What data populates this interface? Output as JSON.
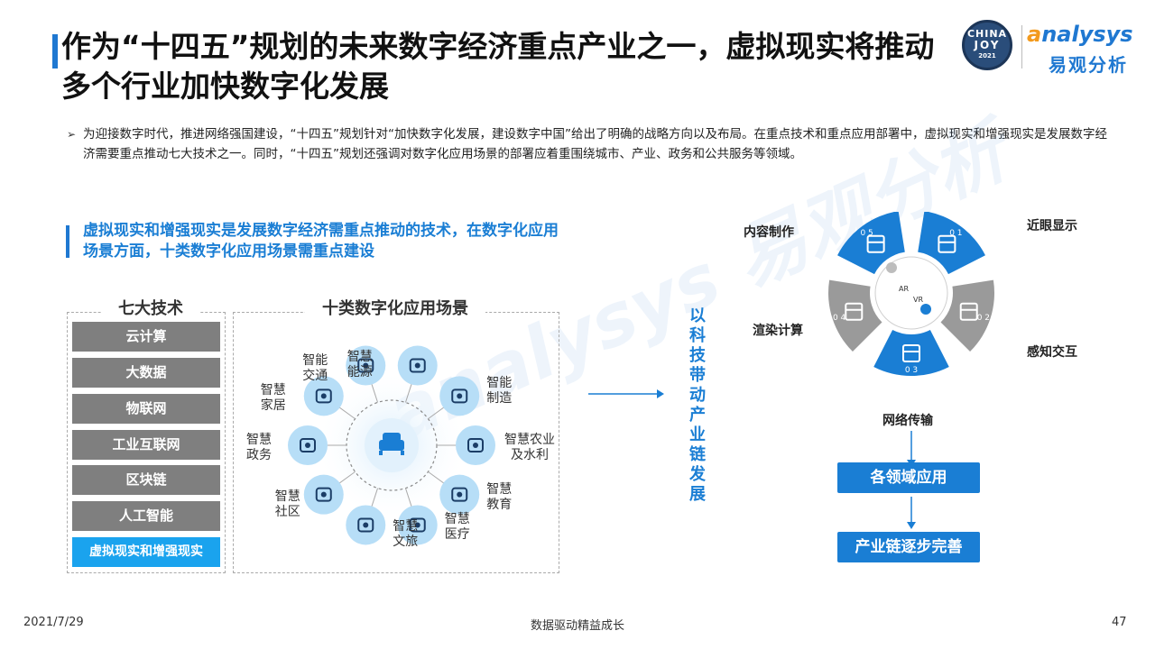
{
  "title": "作为“十四五”规划的未来数字经济重点产业之一，虚拟现实将推动多个行业加快数字化发展",
  "logo": {
    "seal_line1": "CHINA",
    "seal_line2": "JOY",
    "seal_line3": "2021",
    "brand_en_prefix": "a",
    "brand_en_rest": "nalysys",
    "brand_cn": "易观分析"
  },
  "intro": "为迎接数字时代，推进网络强国建设，“十四五”规划针对“加快数字化发展，建设数字中国”给出了明确的战略方向以及布局。在重点技术和重点应用部署中，虚拟现实和增强现实是发展数字经济需要重点推动七大技术之一。同时，“十四五”规划还强调对数字化应用场景的部署应着重围绕城市、产业、政务和公共服务等领域。",
  "highlight": "虚拟现实和增强现实是发展数字经济需重点推动的技术，在数字化应用场景方面，十类数字化应用场景需重点建设",
  "tech": {
    "heading": "七大技术",
    "items": [
      "云计算",
      "大数据",
      "物联网",
      "工业互联网",
      "区块链",
      "人工智能",
      "虚拟现实和增强现实"
    ]
  },
  "scenes": {
    "heading": "十类数字化应用场景",
    "items": [
      {
        "label": "智慧\n能源",
        "icon": "atom-icon"
      },
      {
        "label": "智能\n制造",
        "icon": "tools-icon"
      },
      {
        "label": "智慧农业\n及水利",
        "icon": "leaf-icon"
      },
      {
        "label": "智慧\n教育",
        "icon": "graduation-cap-icon"
      },
      {
        "label": "智慧\n医疗",
        "icon": "microscope-icon"
      },
      {
        "label": "智慧\n文旅",
        "icon": "airplane-icon"
      },
      {
        "label": "智慧\n社区",
        "icon": "house-icon"
      },
      {
        "label": "智慧\n政务",
        "icon": "government-icon"
      },
      {
        "label": "智慧\n家居",
        "icon": "building-icon"
      },
      {
        "label": "智能\n交通",
        "icon": "map-pin-icon"
      }
    ],
    "center_icon": "sofa-icon"
  },
  "vertical_text": "以科技带动产业链发展",
  "ring": {
    "center_labels": [
      "AR",
      "VR"
    ],
    "petals": [
      {
        "label": "近眼显示",
        "num": "0 1",
        "color": "#1a7ed4"
      },
      {
        "label": "感知交互",
        "num": "0 2",
        "color": "#9a9a9a"
      },
      {
        "label": "网络传输",
        "num": "0 3",
        "color": "#1a7ed4"
      },
      {
        "label": "渲染计算",
        "num": "0 4",
        "color": "#9a9a9a"
      },
      {
        "label": "内容制作",
        "num": "0 5",
        "color": "#1a7ed4"
      }
    ]
  },
  "flow": [
    "各领域应用",
    "产业链逐步完善"
  ],
  "footer": {
    "date": "2021/7/29",
    "center": "数据驱动精益成长",
    "page": "47"
  },
  "colors": {
    "accent": "#1a7ed4",
    "light_blue": "#b7def7",
    "gray": "#7f7f7f",
    "highlight_tech": "#1aa3ee",
    "orange": "#f39a1d"
  }
}
